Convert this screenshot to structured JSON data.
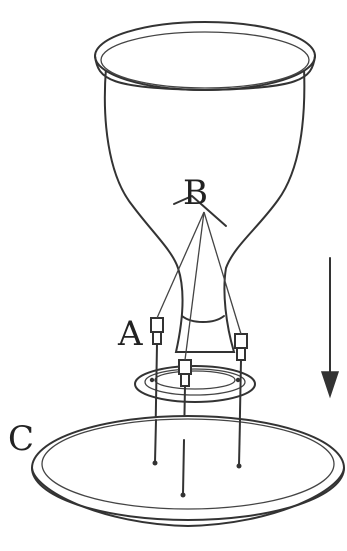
{
  "labels": {
    "a": "A",
    "b": "B",
    "c": "C"
  },
  "colors": {
    "line": "#333333",
    "background": "#ffffff"
  },
  "icons": {
    "arrow": "down-arrow-icon"
  }
}
